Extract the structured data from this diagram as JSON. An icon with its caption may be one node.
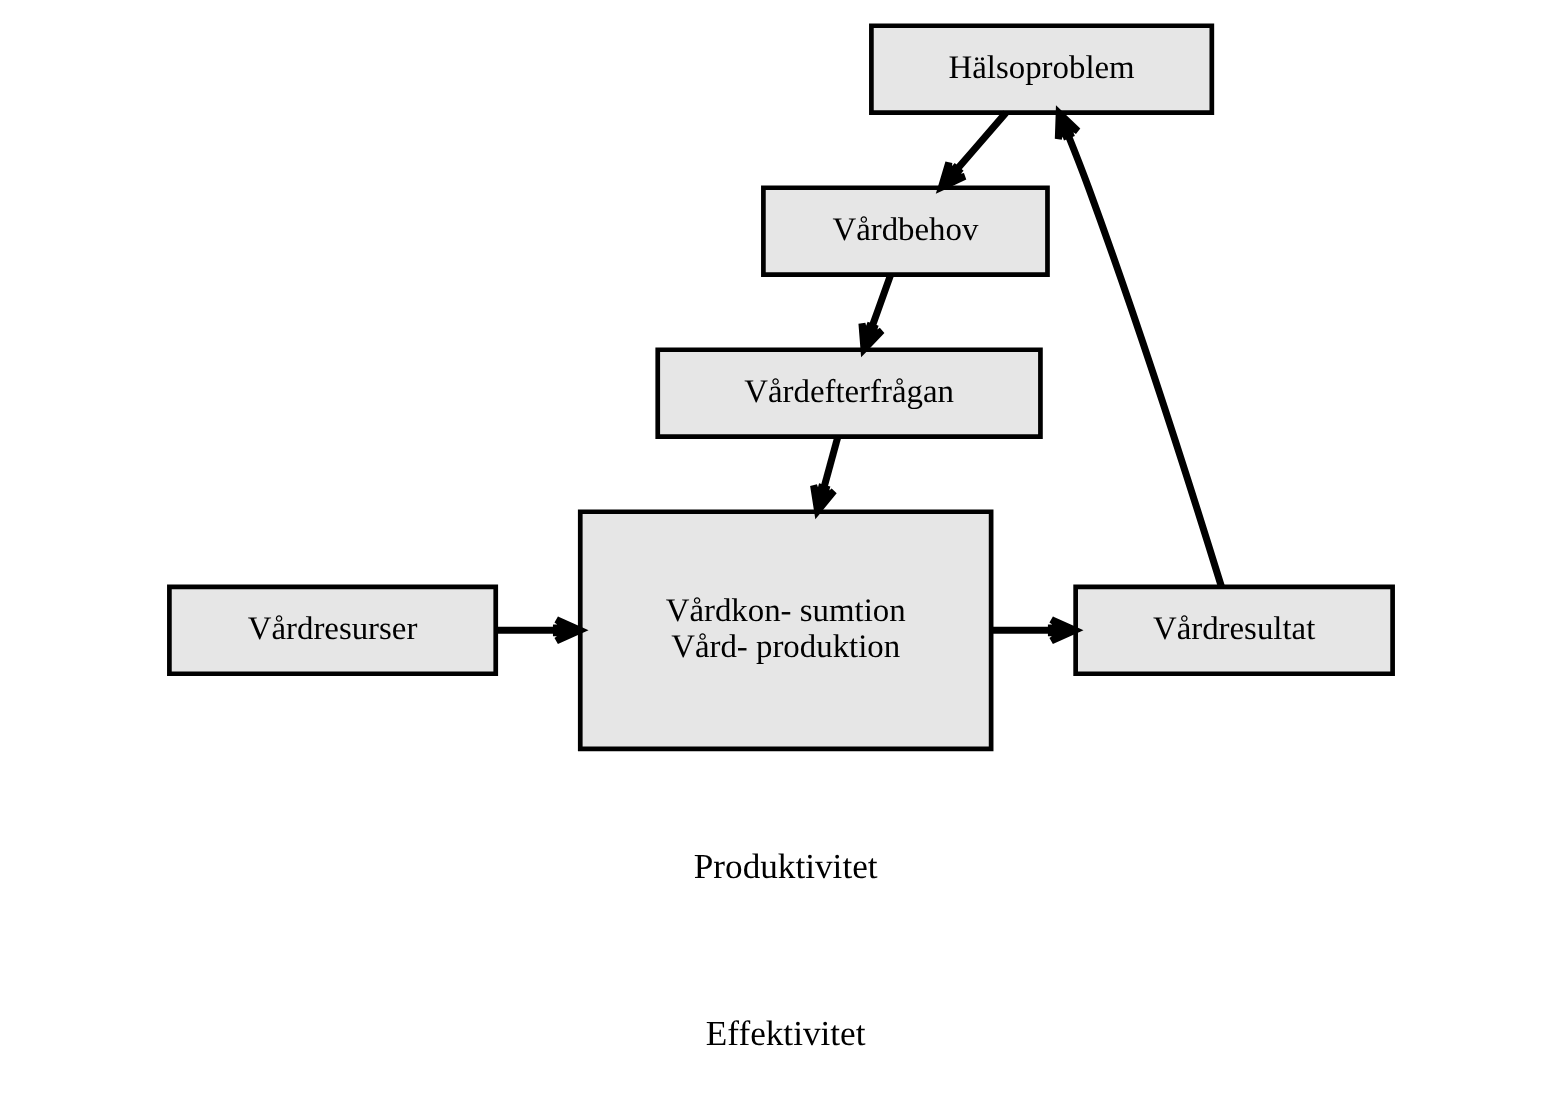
{
  "diagram": {
    "nodes": [
      {
        "text": [
          "Hälsoproblem"
        ]
      },
      {
        "text": [
          "Vårdbehov"
        ]
      },
      {
        "text": [
          "Vårdefterfrågan"
        ]
      },
      {
        "text": [
          "Vårdresurser"
        ]
      },
      {
        "text": [
          "Vårdkon- sumtion",
          "Vård- produktion"
        ]
      },
      {
        "text": [
          "Vårdresultat"
        ]
      }
    ],
    "edges": [
      {
        "from": 0,
        "to": 1,
        "arrow": "to"
      },
      {
        "from": 1,
        "to": 2,
        "arrow": "to"
      },
      {
        "from": 2,
        "to": 4,
        "arrow": "to"
      },
      {
        "from": 3,
        "to": 4,
        "arrow": "to"
      },
      {
        "from": 4,
        "to": 5,
        "arrow": "to"
      },
      {
        "from": 5,
        "to": 0,
        "arrow": "to"
      }
    ],
    "labels": [
      "Produktivitet",
      "Effektivitet"
    ]
  }
}
